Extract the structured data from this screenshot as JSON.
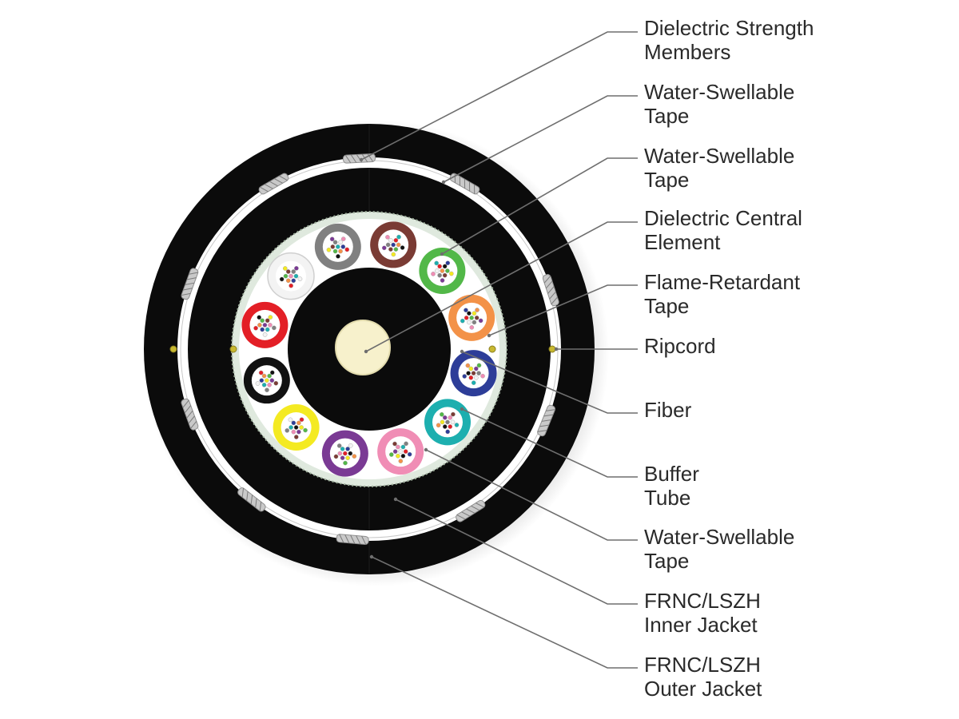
{
  "colors": {
    "jacket": "#0b0b0b",
    "tape": "#ffffff",
    "flame_tape": "#dfe9de",
    "central_element": "#f7f1cc",
    "leader_line": "#6e6e6e",
    "ripcord": "#c8b830",
    "strength_member": "#c9c9c9"
  },
  "buffer_tubes": [
    {
      "color_name": "brown",
      "color": "#7a3b34"
    },
    {
      "color_name": "green",
      "color": "#52b848"
    },
    {
      "color_name": "orange",
      "color": "#f39248"
    },
    {
      "color_name": "blue",
      "color": "#2d3d98"
    },
    {
      "color_name": "aqua",
      "color": "#1dafaf"
    },
    {
      "color_name": "rose",
      "color": "#f08db5"
    },
    {
      "color_name": "violet",
      "color": "#7a3a94"
    },
    {
      "color_name": "yellow",
      "color": "#f4ea22"
    },
    {
      "color_name": "black",
      "color": "#111111"
    },
    {
      "color_name": "red",
      "color": "#e31f26"
    },
    {
      "color_name": "white",
      "color": "#f3f3f3"
    },
    {
      "color_name": "slate",
      "color": "#808080"
    }
  ],
  "fiber_colors": [
    "#2d3d98",
    "#f39248",
    "#52b848",
    "#7a3b34",
    "#808080",
    "#f3f3f3",
    "#e31f26",
    "#111111",
    "#f4ea22",
    "#7a3a94",
    "#f08db5",
    "#1dafaf"
  ],
  "callouts": [
    {
      "id": "dielectric-strength-members",
      "line1": "Dielectric Strength",
      "line2": "Members"
    },
    {
      "id": "water-swellable-tape-outer",
      "line1": "Water-Swellable",
      "line2": "Tape"
    },
    {
      "id": "water-swellable-tape-core",
      "line1": "Water-Swellable",
      "line2": "Tape"
    },
    {
      "id": "dielectric-central-element",
      "line1": "Dielectric Central",
      "line2": "Element"
    },
    {
      "id": "flame-retardant-tape",
      "line1": "Flame-Retardant",
      "line2": "Tape"
    },
    {
      "id": "ripcord",
      "line1": "Ripcord",
      "line2": ""
    },
    {
      "id": "fiber",
      "line1": "Fiber",
      "line2": ""
    },
    {
      "id": "buffer-tube",
      "line1": "Buffer",
      "line2": "Tube"
    },
    {
      "id": "water-swellable-tape-inner",
      "line1": "Water-Swellable",
      "line2": "Tape"
    },
    {
      "id": "frnc-lszh-inner-jacket",
      "line1": "FRNC/LSZH",
      "line2": "Inner Jacket"
    },
    {
      "id": "frnc-lszh-outer-jacket",
      "line1": "FRNC/LSZH",
      "line2": "Outer Jacket"
    }
  ]
}
